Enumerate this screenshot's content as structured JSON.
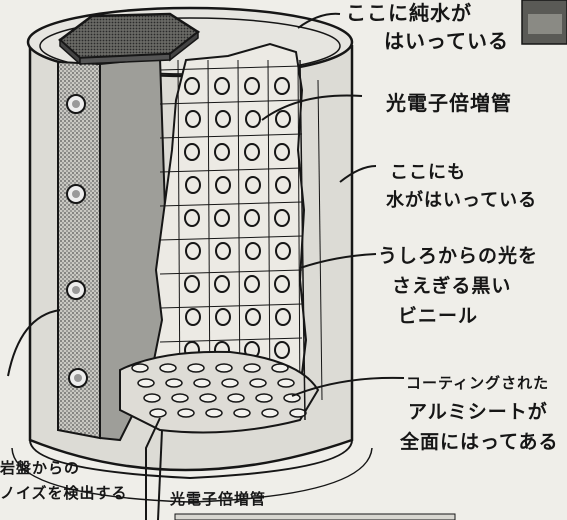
{
  "labels": {
    "pure_water": [
      "ここに純水が",
      "はいっている"
    ],
    "pmt_top": "光電子倍増管",
    "water_too": [
      "ここにも",
      "水がはいっている"
    ],
    "black_vinyl": [
      "うしろからの光を",
      "さえぎる黒い",
      "ビニール"
    ],
    "aluminum": [
      "コーティングされた",
      "アルミシートが",
      "全面にはってある"
    ],
    "rock_noise": [
      "岩盤からの",
      "ノイズを検出する"
    ],
    "pmt_bottom": "光電子倍増管"
  },
  "colors": {
    "ink": "#161616",
    "paper": "#efeee9",
    "tank_side": "#d7d6d0",
    "shaded": "#a9a9a4",
    "dark_panel": "#585855"
  }
}
